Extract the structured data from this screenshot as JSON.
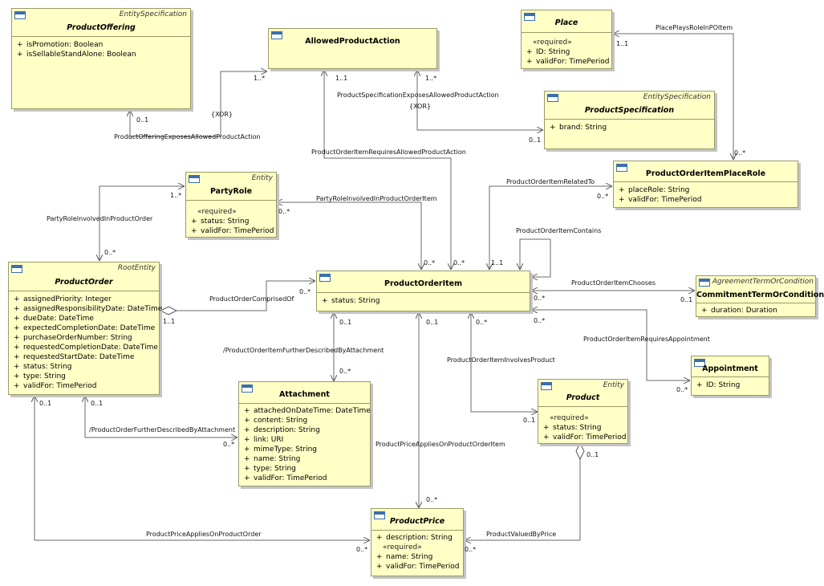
{
  "classes": {
    "productOffering": {
      "name": "ProductOffering",
      "stereotype": "EntitySpecification",
      "attributes": [
        "isPromotion: Boolean",
        "isSellableStandAlone: Boolean"
      ]
    },
    "allowedProductAction": {
      "name": "AllowedProductAction",
      "stereotype": "",
      "attributes": []
    },
    "place": {
      "name": "Place",
      "stereotype": "",
      "required_marker": "«required»",
      "attributes": [
        "ID: String",
        "validFor: TimePeriod"
      ]
    },
    "productSpecification": {
      "name": "ProductSpecification",
      "stereotype": "EntitySpecification",
      "attributes": [
        "brand: String"
      ]
    },
    "partyRole": {
      "name": "PartyRole",
      "stereotype": "Entity",
      "required_marker": "«required»",
      "attributes": [
        "status: String",
        "validFor: TimePeriod"
      ]
    },
    "productOrderItemPlaceRole": {
      "name": "ProductOrderItemPlaceRole",
      "stereotype": "",
      "attributes": [
        "placeRole: String",
        "validFor: TimePeriod"
      ]
    },
    "productOrder": {
      "name": "ProductOrder",
      "stereotype": "RootEntity",
      "attributes": [
        "assignedPriority: Integer",
        "assignedResponsibilityDate: DateTime",
        "dueDate: DateTime",
        "expectedCompletionDate: DateTime",
        "purchaseOrderNumber: String",
        "requestedCompletionDate: DateTime",
        "requestedStartDate: DateTime",
        "status: String",
        "type: String",
        "validFor: TimePeriod"
      ]
    },
    "productOrderItem": {
      "name": "ProductOrderItem",
      "stereotype": "",
      "attributes": [
        "status: String"
      ]
    },
    "commitmentTerm": {
      "name": "CommitmentTermOrCondition",
      "stereotype": "AgreementTermOrCondition",
      "attributes": [
        "duration: Duration"
      ]
    },
    "appointment": {
      "name": "Appointment",
      "stereotype": "",
      "attributes": [
        "ID: String"
      ]
    },
    "attachment": {
      "name": "Attachment",
      "stereotype": "",
      "attributes": [
        "attachedOnDateTime: DateTime",
        "content: String",
        "description: String",
        "link: URI",
        "mimeType: String",
        "name: String",
        "type: String",
        "validFor: TimePeriod"
      ]
    },
    "product": {
      "name": "Product",
      "stereotype": "Entity",
      "required_marker": "«required»",
      "attributes": [
        "status: String",
        "validFor: TimePeriod"
      ]
    },
    "productPrice": {
      "name": "ProductPrice",
      "stereotype": "",
      "required_marker": "«required»",
      "attributes": [
        "description: String"
      ],
      "required_attributes": [
        "name: String",
        "validFor: TimePeriod"
      ]
    }
  },
  "visibility_marker": "+",
  "associations": {
    "offeringExposes": "ProductOfferingExposesAllowedProductAction",
    "specExposes": "ProductSpecificationExposesAllowedProductAction",
    "xor": "{XOR}",
    "itemRequiresAction": "ProductOrderItemRequiresAllowedProductAction",
    "placePlaysRole": "PlacePlaysRoleInPOItem",
    "itemRelatedTo": "ProductOrderItemRelatedTo",
    "partyRoleInItem": "PartyRoleInvolvedInProductOrderItem",
    "partyRoleInOrder": "PartyRoleInvolvedInProductOrder",
    "itemContains": "ProductOrderItemContains",
    "itemChooses": "ProductOrderItemChooses",
    "orderComprisedOf": "ProductOrderComprisedOf",
    "itemRequiresAppointment": "ProductOrderItemRequiresAppointment",
    "itemAttachment": "/ProductOrderItemFurtherDescribedByAttachment",
    "itemInvolvesProduct": "ProductOrderItemInvolvesProduct",
    "orderAttachment": "/ProductOrderFurtherDescribedByAttachment",
    "priceOnItem": "ProductPriceAppliesOnProductOrderItem",
    "priceOnOrder": "ProductPriceAppliesOnProductOrder",
    "productValuedBy": "ProductValuedByPrice"
  },
  "multiplicities": {
    "m0": "0..1",
    "m1": "1..*",
    "m2": "1..1",
    "m3": "1..*",
    "m4": "1..1",
    "m5": "0..1",
    "m6": "0..*",
    "m7": "1..*",
    "m8": "0..*",
    "m9": "0..*",
    "m10": "0..*",
    "m11": "0..*",
    "m12": "1..1",
    "m13": "0..*",
    "m14": "1..1",
    "m15": "0..*",
    "m16": "0..*",
    "m17": "0..1",
    "m18": "0..*",
    "m19": "0..*",
    "m20": "0..1",
    "m21": "0..*",
    "m22": "0..1",
    "m23": "0..1",
    "m24": "0..*",
    "m25": "0..*",
    "m26": "0..1",
    "m27": "0..1",
    "m28": "0..1",
    "m29": "0..*",
    "m30": "0..*",
    "m31": "0..*",
    "m32": "0..1",
    "m33": "0..*",
    "m34": "0..*"
  }
}
